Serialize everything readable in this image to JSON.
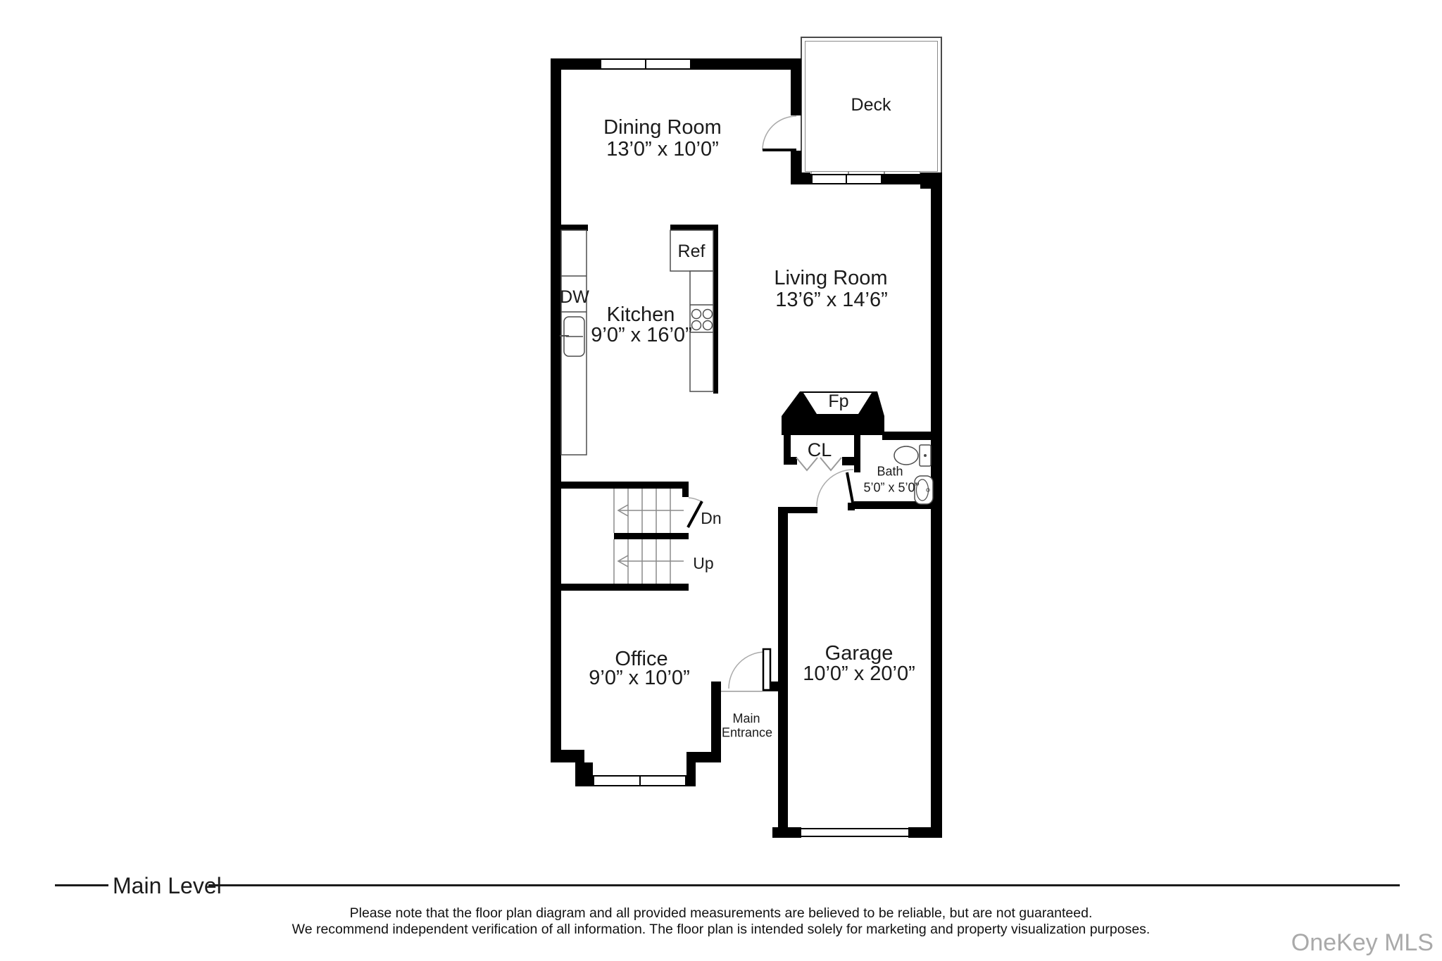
{
  "floorplan": {
    "level_label": "Main Level",
    "rooms": {
      "dining": {
        "name": "Dining Room",
        "dims": "13’0” x 10’0”"
      },
      "kitchen": {
        "name": "Kitchen",
        "dims": "9’0” x 16’0”"
      },
      "living": {
        "name": "Living Room",
        "dims": "13’6” x 14’6”"
      },
      "office": {
        "name": "Office",
        "dims": "9’0” x 10’0”"
      },
      "garage": {
        "name": "Garage",
        "dims": "10’0” x 20’0”"
      },
      "bath": {
        "name": "Bath",
        "dims": "5’0” x 5’0”"
      },
      "deck": {
        "name": "Deck"
      }
    },
    "labels": {
      "ref": "Ref",
      "dw": "DW",
      "fp": "Fp",
      "cl": "CL",
      "dn": "Dn",
      "up": "Up",
      "main_entrance_line1": "Main",
      "main_entrance_line2": "Entrance"
    }
  },
  "footer": {
    "disclaimer_line1": "Please note that the floor plan diagram and all provided measurements are believed to be reliable, but are not guaranteed.",
    "disclaimer_line2": "We recommend independent verification of all information. The floor plan is intended solely for marketing and property visualization purposes.",
    "watermark": "OneKey MLS"
  },
  "colors": {
    "wall": "#000000",
    "fixture_line": "#4d4d4d",
    "stair_line": "#8a8a8a",
    "door_arc": "#aaaaaa",
    "watermark": "#a9a9a9"
  }
}
